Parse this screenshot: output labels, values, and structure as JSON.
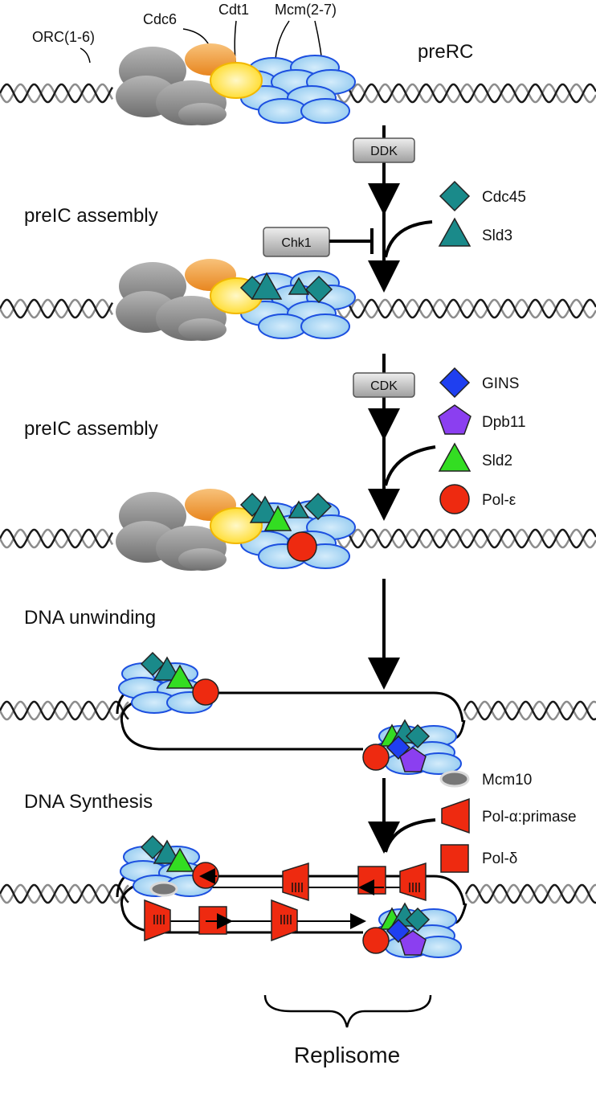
{
  "colors": {
    "orc": "#8a8a8a",
    "cdc6": "#f29a2e",
    "cdt1": "#ffe23a",
    "mcm_fill": "#a9d7f5",
    "mcm_stroke": "#1c4fe0",
    "cdc45": "#1a8a8a",
    "sld3": "#1a8a8a",
    "gins": "#1f3ff0",
    "dpb11": "#8b3ff0",
    "sld2": "#33dd22",
    "pol_epsilon": "#ee2a10",
    "mcm10": "#777777",
    "pol_alpha": "#ee2a10",
    "pol_delta": "#ee2a10",
    "kinase_box": "#bdbdbd"
  },
  "top_labels": {
    "orc": "ORC(1-6)",
    "cdc6": "Cdc6",
    "cdt1": "Cdt1",
    "mcm": "Mcm(2-7)"
  },
  "stages": {
    "prerc": "preRC",
    "preic1": "preIC assembly",
    "preic2": "preIC assembly",
    "unwinding": "DNA unwinding",
    "synthesis": "DNA Synthesis"
  },
  "kinases": {
    "ddk": "DDK",
    "chk1": "Chk1",
    "cdk": "CDK"
  },
  "legend": [
    {
      "label": "Cdc45",
      "icon": "diamond-icon",
      "color": "#1a8a8a"
    },
    {
      "label": "Sld3",
      "icon": "triangle-icon",
      "color": "#1a8a8a"
    },
    {
      "label": "GINS",
      "icon": "diamond-icon",
      "color": "#1f3ff0"
    },
    {
      "label": "Dpb11",
      "icon": "pentagon-icon",
      "color": "#8b3ff0"
    },
    {
      "label": "Sld2",
      "icon": "triangle-icon",
      "color": "#33dd22"
    },
    {
      "label": "Pol-ε",
      "icon": "circle-icon",
      "color": "#ee2a10"
    },
    {
      "label": "Mcm10",
      "icon": "ellipse-icon",
      "color": "#777777"
    },
    {
      "label": "Pol-α:primase",
      "icon": "trapezoid-icon",
      "color": "#ee2a10"
    },
    {
      "label": "Pol-δ",
      "icon": "square-icon",
      "color": "#ee2a10"
    }
  ],
  "replisome_label": "Replisome"
}
